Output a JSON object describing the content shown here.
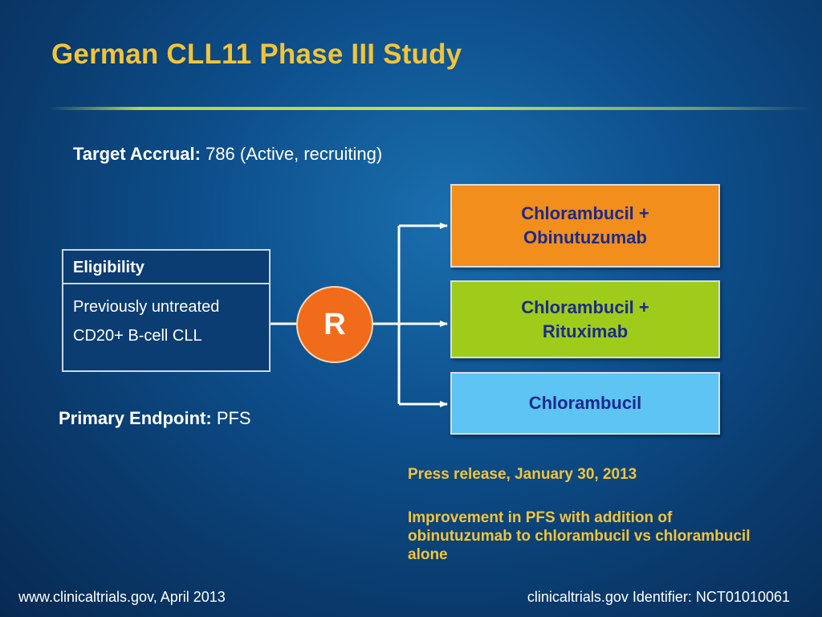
{
  "title": "German CLL11 Phase III Study",
  "target_accrual": {
    "label": "Target Accrual:",
    "value": "786 (Active, recruiting)"
  },
  "eligibility": {
    "header": "Eligibility",
    "lines": [
      "Previously untreated",
      "CD20+ B-cell CLL"
    ]
  },
  "randomization": "R",
  "arms": [
    {
      "line1": "Chlorambucil +",
      "line2": "Obinutuzumab",
      "color": "#f28e1c"
    },
    {
      "line1": "Chlorambucil +",
      "line2": "Rituximab",
      "color": "#9fcc1a"
    },
    {
      "line1": "Chlorambucil",
      "line2": "",
      "color": "#5ec4f3"
    }
  ],
  "primary_endpoint": {
    "label": "Primary Endpoint:",
    "value": "PFS"
  },
  "press": {
    "date": "Press release, January 30, 2013",
    "note": "Improvement in PFS with addition of obinutuzumab to chlorambucil vs chlorambucil alone"
  },
  "footer": {
    "left": "www.clinicaltrials.gov, April 2013",
    "right": "clinicaltrials.gov Identifier: NCT01010061"
  },
  "colors": {
    "title": "#f2c43a",
    "randomization_circle": "#f06b1a",
    "arm_text": "#1b2a8c"
  }
}
